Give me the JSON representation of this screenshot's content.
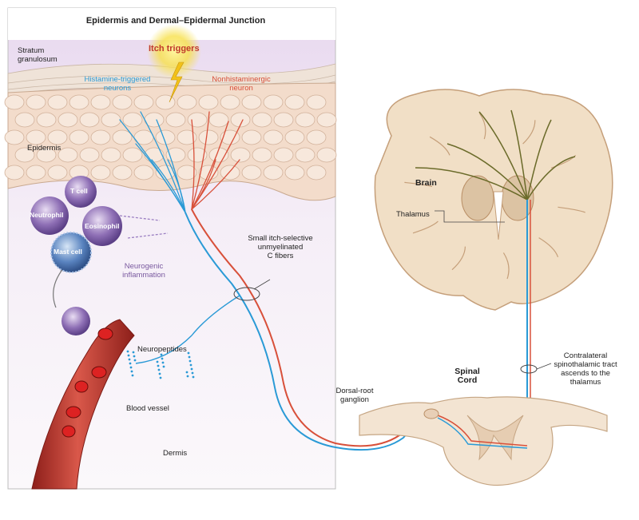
{
  "panel_title": "Epidermis and Dermal–Epidermal Junction",
  "labels": {
    "stratum": "Stratum\ngranulosum",
    "itch_triggers": "Itch triggers",
    "histamine_neurons": "Histamine-triggered\nneurons",
    "nonhistamine_neuron": "Nonhistaminergic\nneuron",
    "epidermis": "Epidermis",
    "tcell": "T cell",
    "neutrophil": "Neutrophil",
    "eosinophil": "Eosinophil",
    "mast_cell": "Mast cell",
    "neurogenic": "Neurogenic\ninflammation",
    "c_fibers": "Small itch-selective\nunmyelinated\nC fibers",
    "neuropeptides": "Neuropeptides",
    "blood_vessel": "Blood vessel",
    "dermis": "Dermis",
    "brain": "Brain",
    "thalamus": "Thalamus",
    "spinal_cord": "Spinal\nCord",
    "drg": "Dorsal-root\nganglion",
    "tract": "Contralateral\nspinothalamic tract\nascends to the\nthalamus"
  },
  "colors": {
    "histamine_fiber": "#2a9ad6",
    "nonhistamine_fiber": "#d8503a",
    "itch_glow": "#f7e04a",
    "skin": "#f3dccb",
    "brain_tissue": "#f1dfc6",
    "vessel": "#c23b2f"
  }
}
